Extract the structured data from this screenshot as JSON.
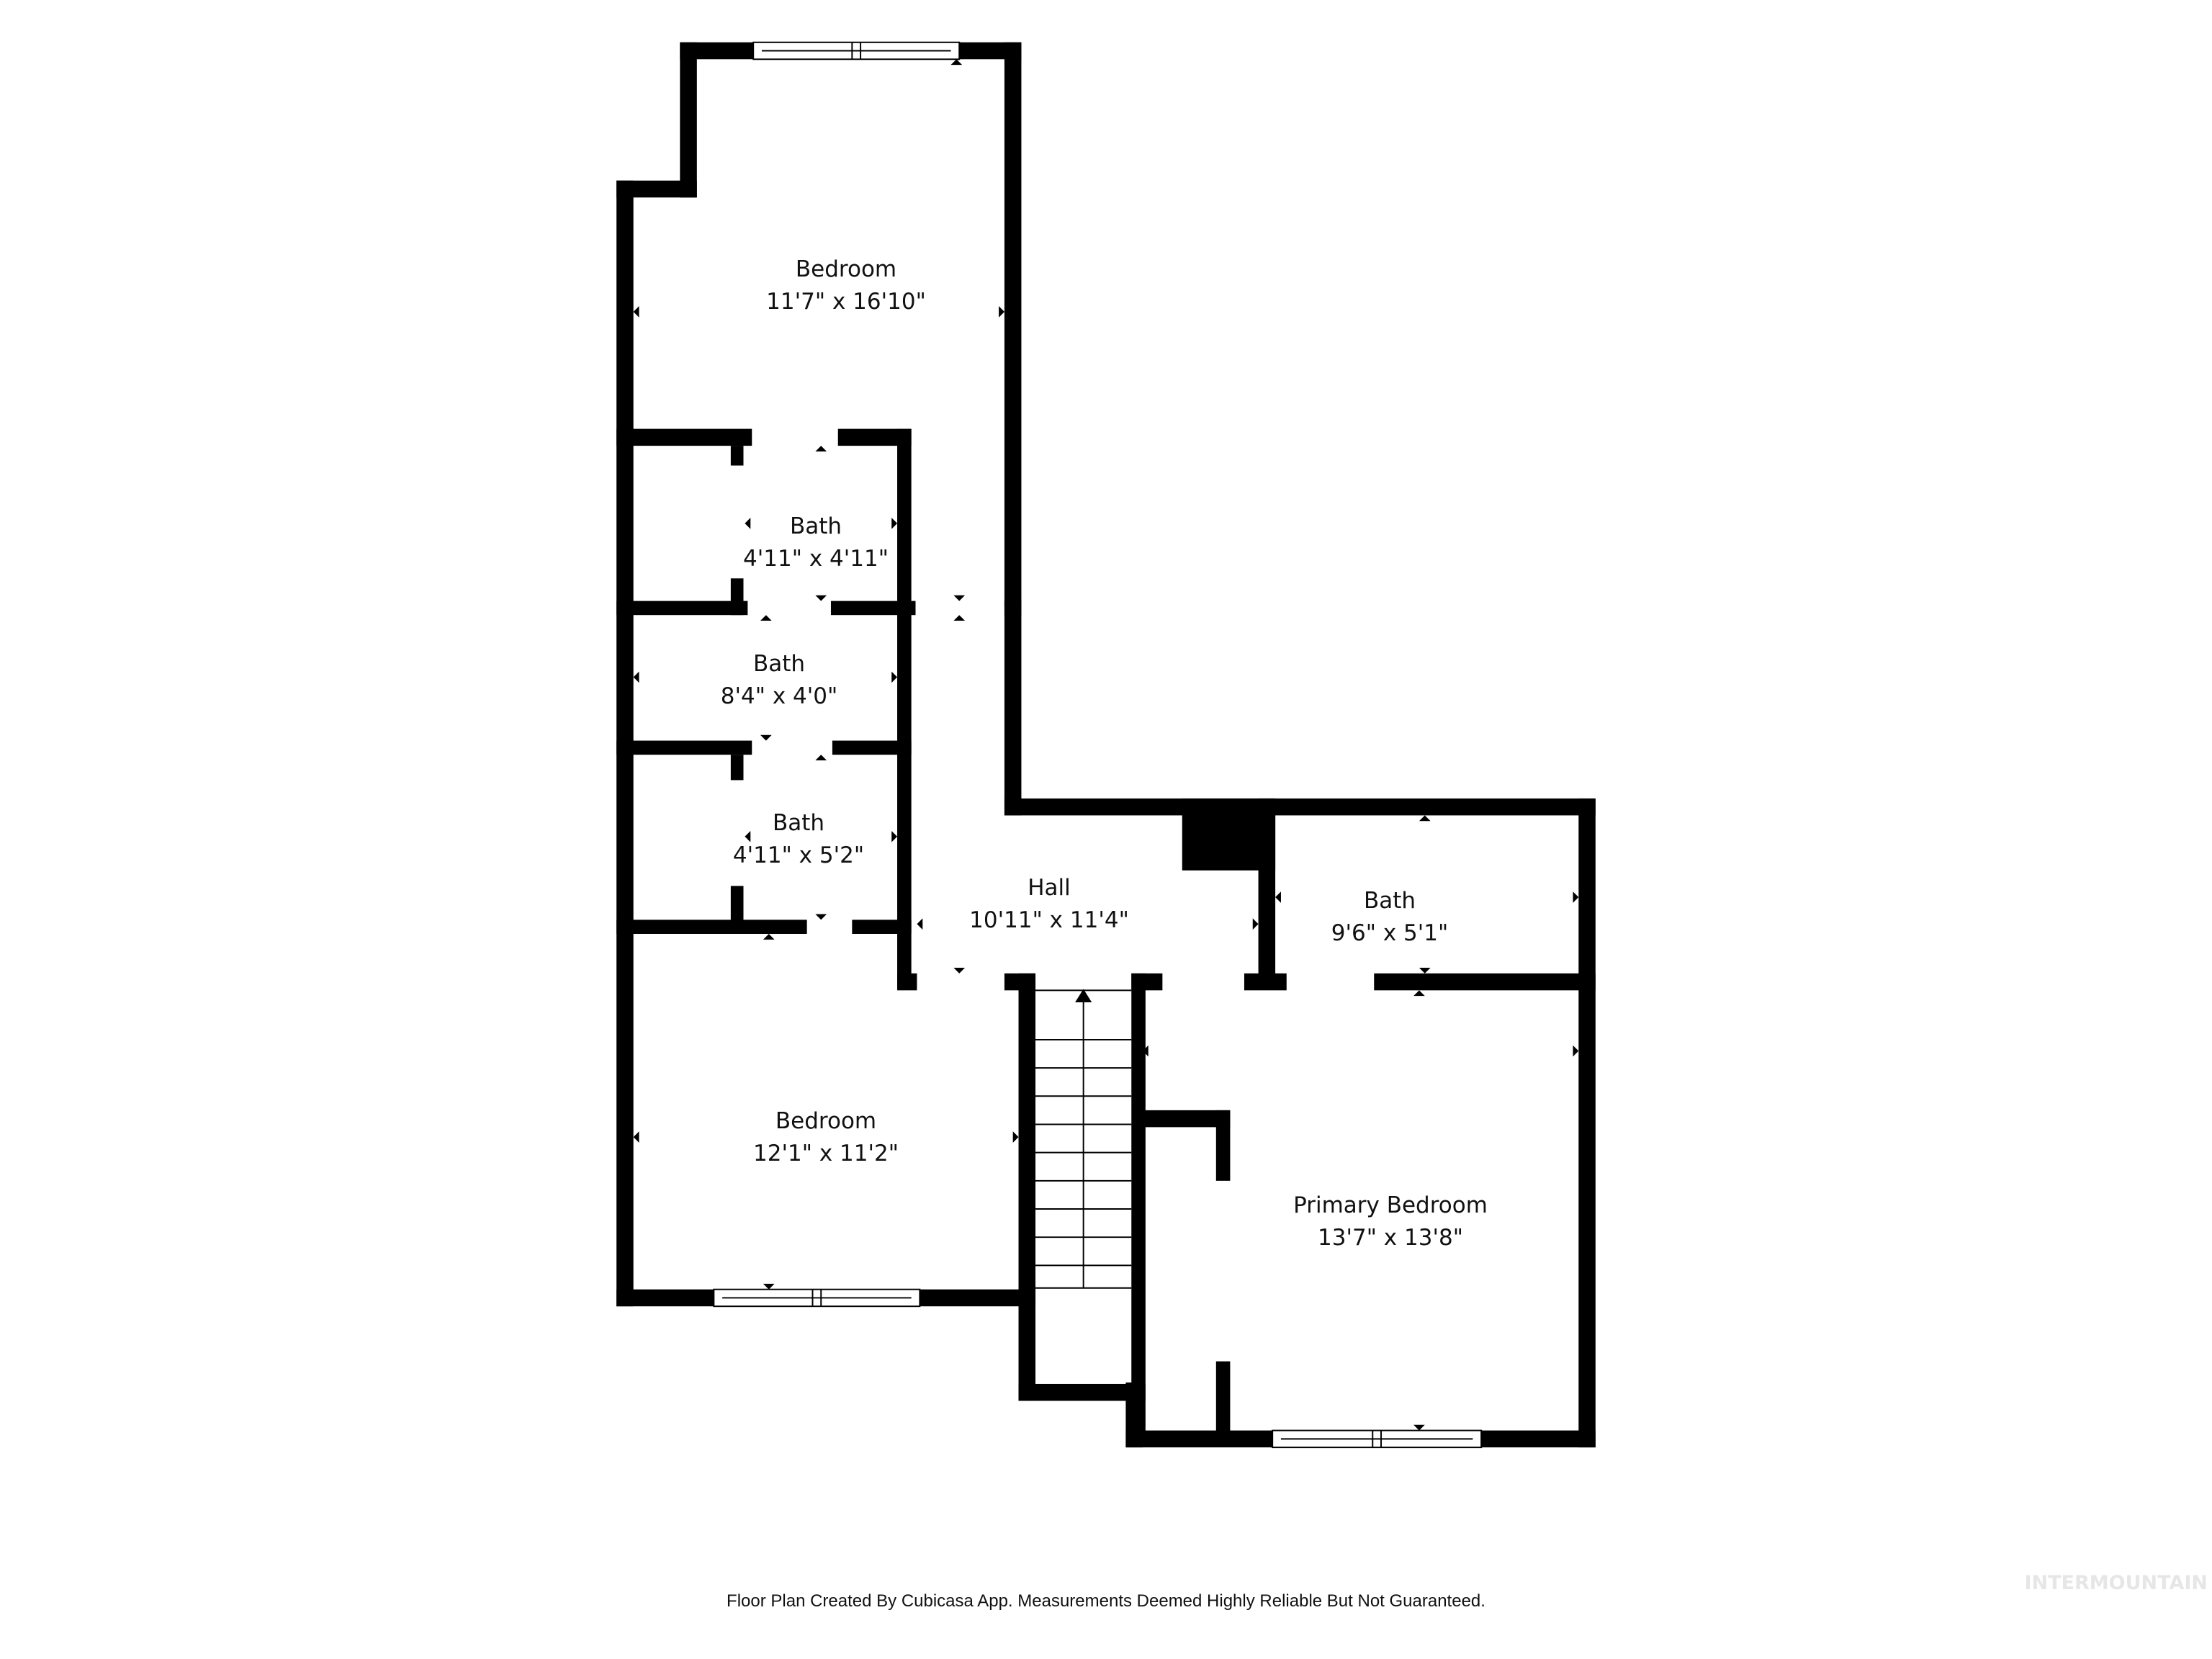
{
  "floor_plan": {
    "rooms": [
      {
        "id": "bedroom-north",
        "name": "Bedroom",
        "dims": "11'7\" x 16'10\""
      },
      {
        "id": "bath-1",
        "name": "Bath",
        "dims": "4'11\" x 4'11\""
      },
      {
        "id": "bath-2",
        "name": "Bath",
        "dims": "8'4\" x 4'0\""
      },
      {
        "id": "bath-3",
        "name": "Bath",
        "dims": "4'11\" x 5'2\""
      },
      {
        "id": "hall",
        "name": "Hall",
        "dims": "10'11\" x 11'4\""
      },
      {
        "id": "bath-primary",
        "name": "Bath",
        "dims": "9'6\" x 5'1\""
      },
      {
        "id": "bedroom-south",
        "name": "Bedroom",
        "dims": "12'1\" x 11'2\""
      },
      {
        "id": "primary-bedroom",
        "name": "Primary Bedroom",
        "dims": "13'7\" x 13'8\""
      }
    ],
    "colors": {
      "wall": "#000000",
      "background": "#ffffff",
      "opening": "#cccccc",
      "watermark": "#e6e6e6"
    }
  },
  "footer": {
    "disclaimer": "Floor Plan Created By Cubicasa App. Measurements Deemed Highly Reliable But Not Guaranteed."
  },
  "watermark": {
    "text": "INTERMOUNTAIN"
  }
}
